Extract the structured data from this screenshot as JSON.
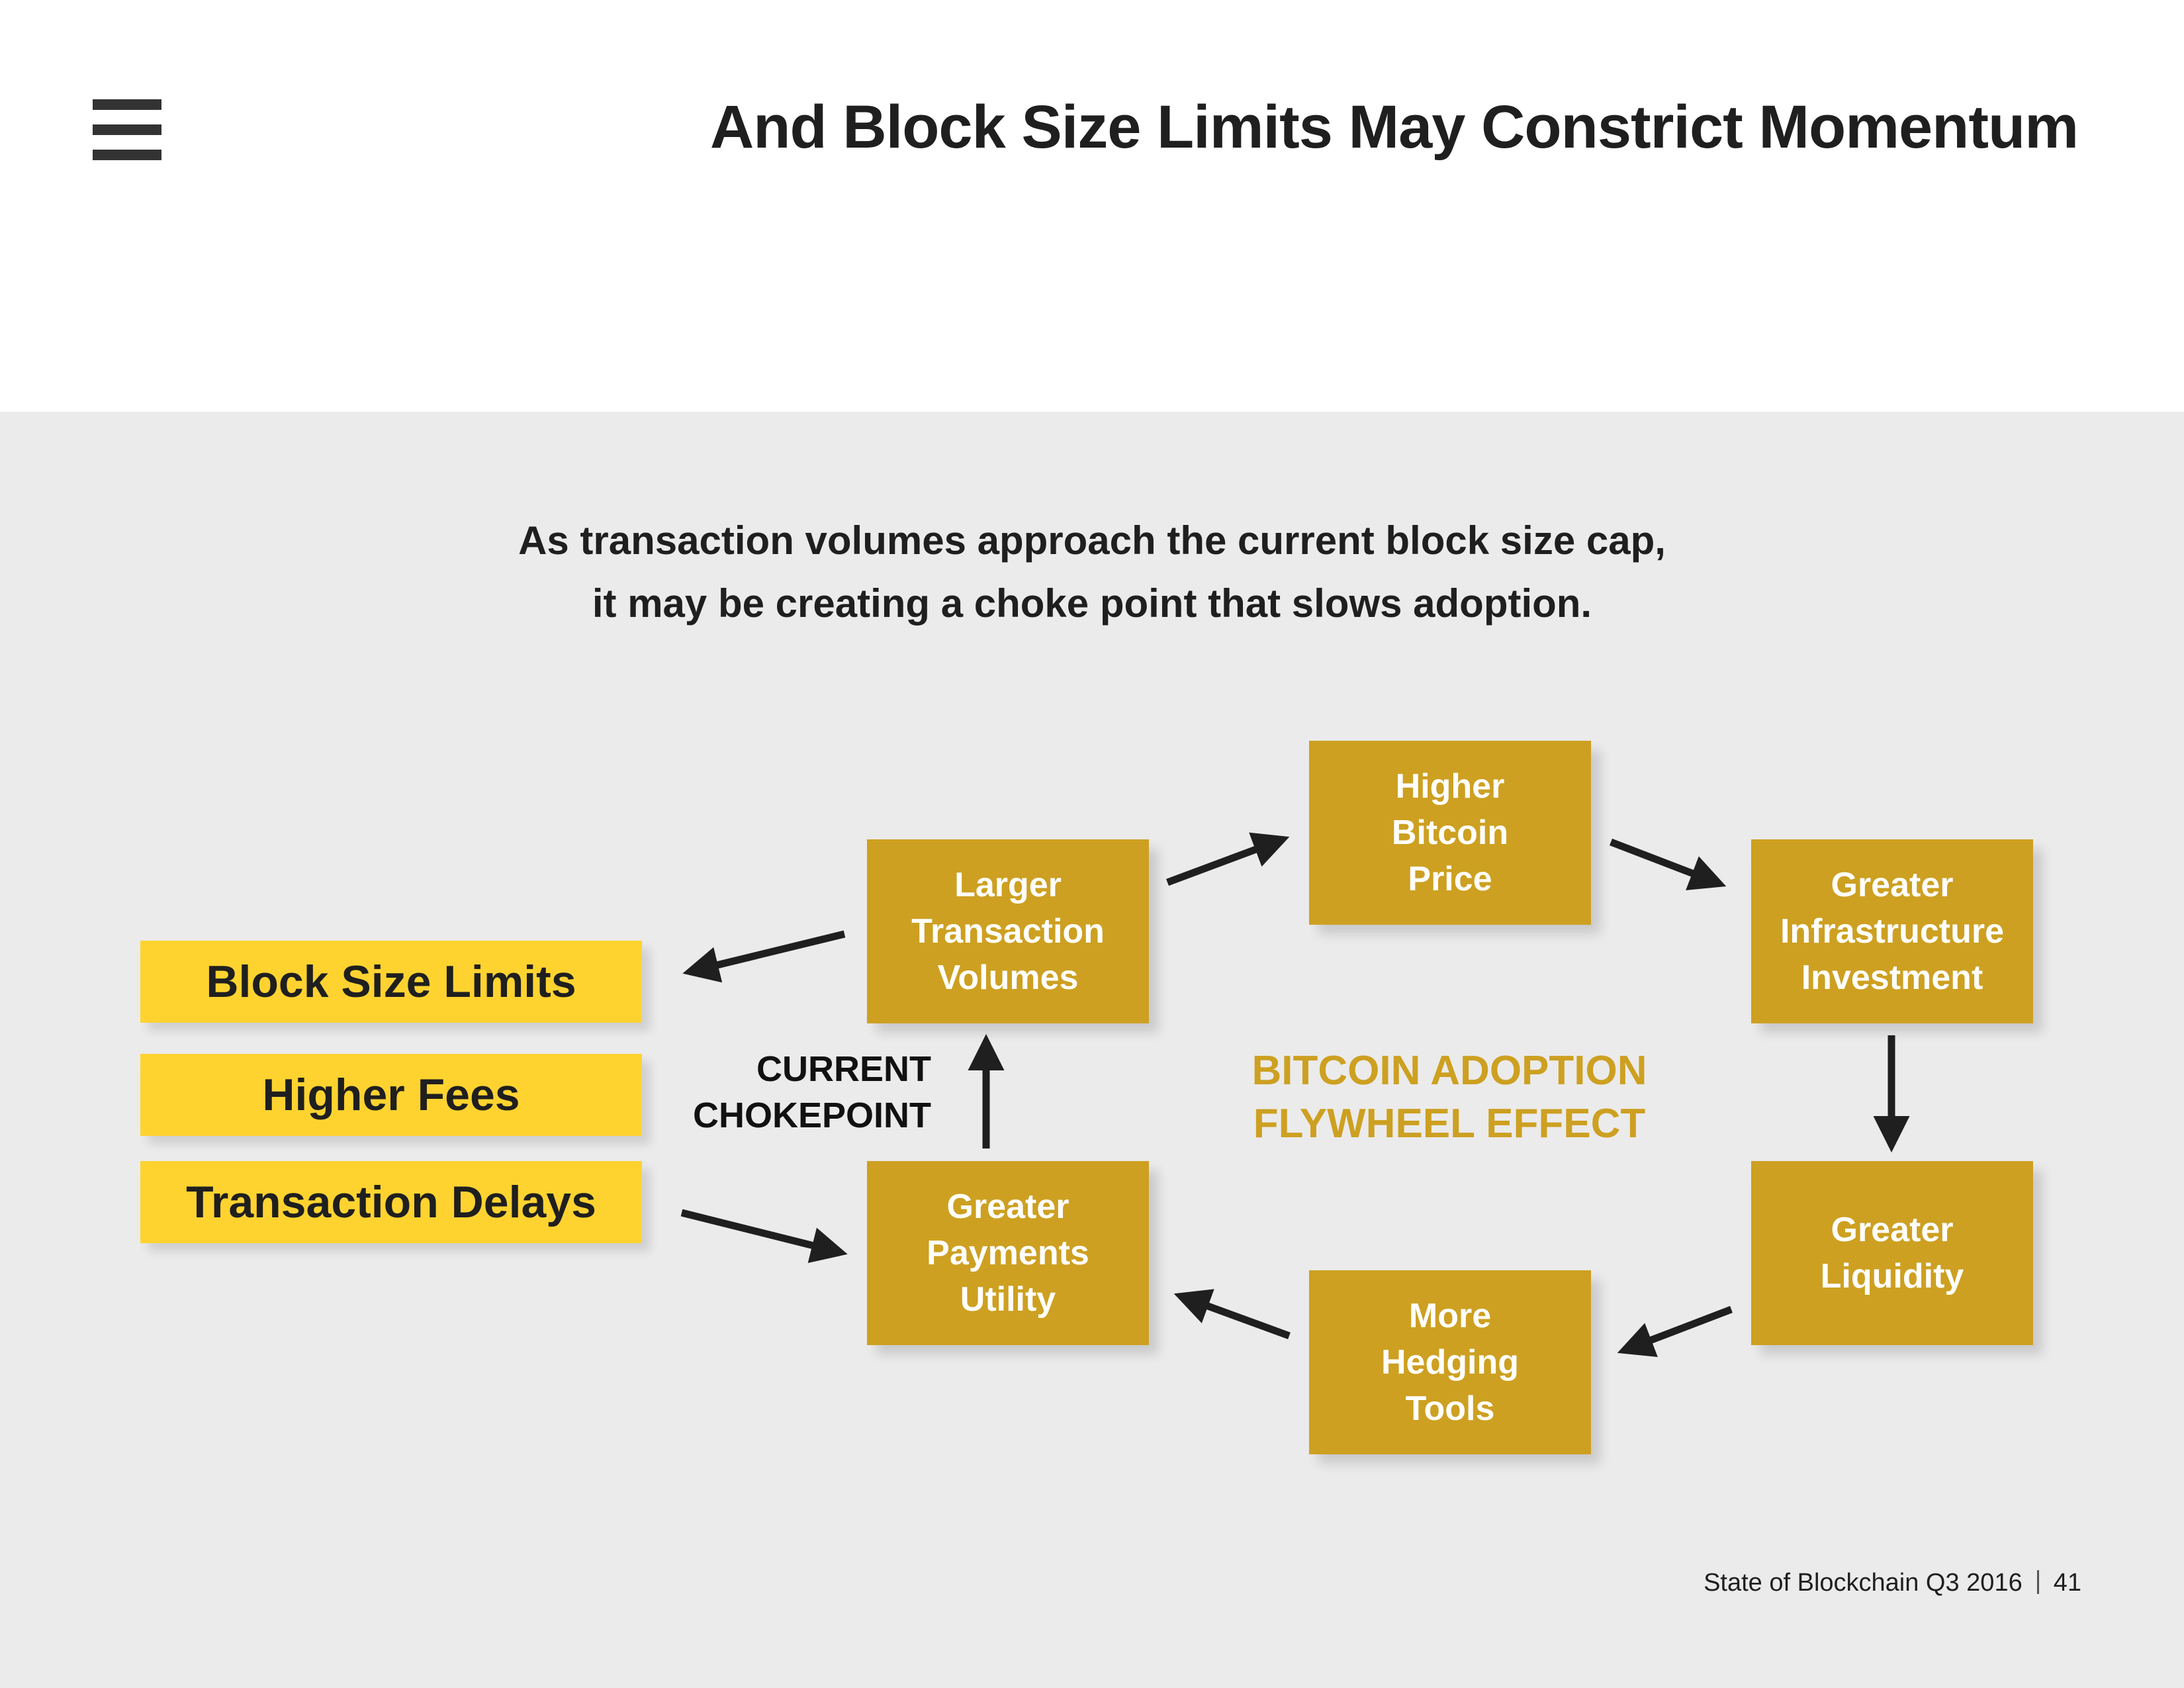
{
  "header": {
    "title": "And Block Size Limits May Constrict Momentum",
    "menu_icon": "hamburger-menu-icon"
  },
  "subtitle": {
    "line1": "As transaction volumes approach the current block size cap,",
    "line2": "it may be creating a choke point that slows adoption."
  },
  "flywheel": {
    "center_label": [
      "BITCOIN ADOPTION",
      "FLYWHEEL EFFECT"
    ],
    "nodes": {
      "larger_volumes": [
        "Larger",
        "Transaction",
        "Volumes"
      ],
      "higher_price": [
        "Higher",
        "Bitcoin",
        "Price"
      ],
      "infra_investment": [
        "Greater",
        "Infrastructure",
        "Investment"
      ],
      "liquidity": [
        "Greater",
        "Liquidity"
      ],
      "hedging_tools": [
        "More",
        "Hedging",
        "Tools"
      ],
      "payments_utility": [
        "Greater",
        "Payments",
        "Utility"
      ]
    },
    "colors": {
      "node": "#cda021",
      "node_text": "#ffffff",
      "arrow": "#1f1f1f"
    }
  },
  "constraints": {
    "items": [
      "Block Size Limits",
      "Higher Fees",
      "Transaction Delays"
    ],
    "color": "#fed330"
  },
  "chokepoint": {
    "label": [
      "CURRENT",
      "CHOKEPOINT"
    ]
  },
  "footer": {
    "report": "State of Blockchain Q3 2016",
    "page_number": "41"
  }
}
